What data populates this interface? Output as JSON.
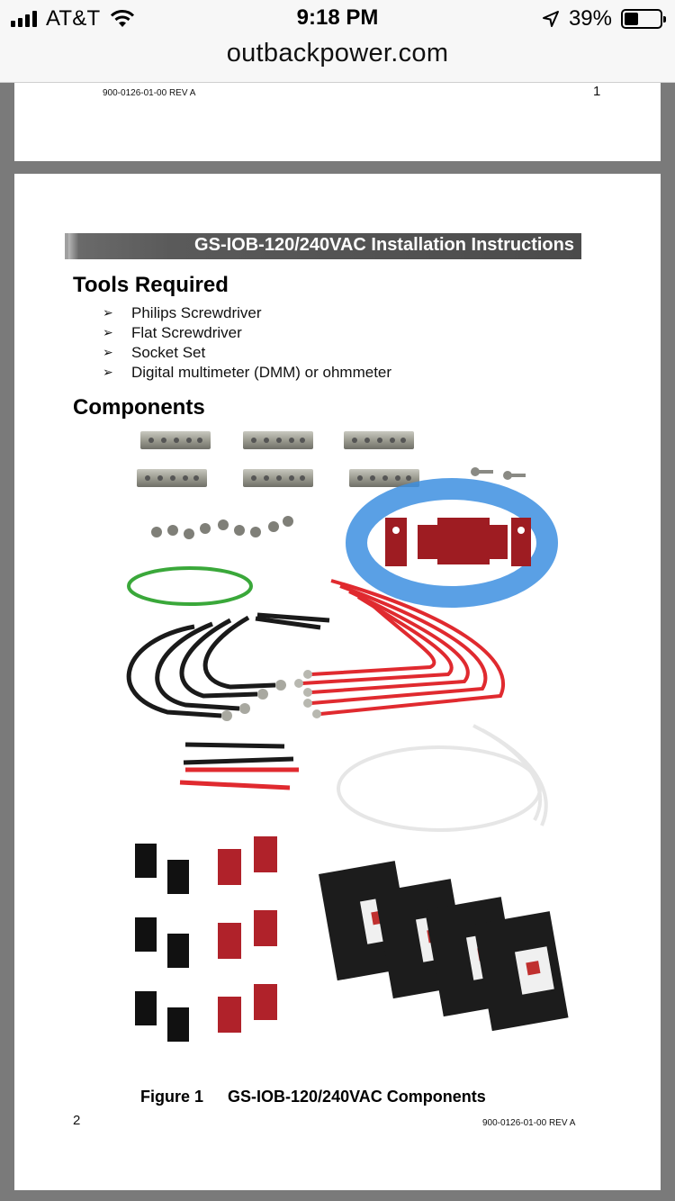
{
  "status_bar": {
    "carrier": "AT&T",
    "time": "9:18 PM",
    "battery_percent": "39%",
    "battery_level": 0.39,
    "icons": [
      "signal-icon",
      "wifi-icon",
      "location-arrow-icon",
      "battery-icon"
    ]
  },
  "url_bar": {
    "domain": "outbackpower.com"
  },
  "page1": {
    "doc_code": "900-0126-01-00 REV A",
    "page_number": "1"
  },
  "page2": {
    "banner_title": "GS-IOB-120/240VAC Installation Instructions",
    "tools_heading": "Tools Required",
    "tools": [
      "Philips Screwdriver",
      "Flat Screwdriver",
      "Socket Set",
      "Digital multimeter (DMM) or ohmmeter"
    ],
    "components_heading": "Components",
    "figure_label": "Figure 1",
    "figure_title": "GS-IOB-120/240VAC Components",
    "page_number": "2",
    "doc_code": "900-0126-01-00 REV A"
  },
  "colors": {
    "highlight_blue": "#3d8fe0",
    "red_part": "#b0222a",
    "banner_gray": "#4b4b4b",
    "wire_green": "#3aa83a"
  }
}
